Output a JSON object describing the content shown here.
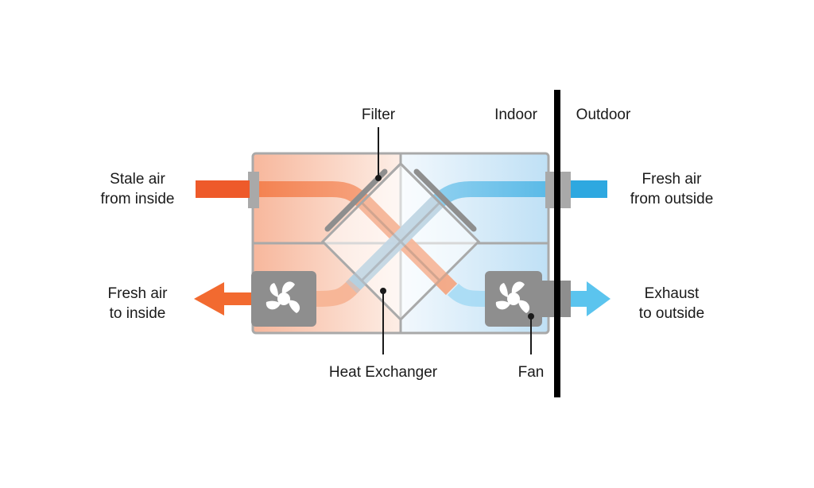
{
  "labels": {
    "filter": "Filter",
    "indoor": "Indoor",
    "outdoor": "Outdoor",
    "stale_air": [
      "Stale air",
      "from inside"
    ],
    "fresh_in": [
      "Fresh air",
      "to inside"
    ],
    "fresh_out": [
      "Fresh air",
      "from outside"
    ],
    "exhaust": [
      "Exhaust",
      "to outside"
    ],
    "heat_exchanger": "Heat Exchanger",
    "fan": "Fan"
  },
  "colors": {
    "warm": "#ee5a2a",
    "cool": "#2ea8e0",
    "exhaust_arrow": "#5bc4ee",
    "fresh_in_arrow": "#f26a30",
    "casing": "#a9a9a9",
    "fan_body": "#8e8e8e",
    "wall": "#000000"
  },
  "icons": [
    "fan-icon",
    "filter-icon",
    "heat-exchanger-icon"
  ]
}
